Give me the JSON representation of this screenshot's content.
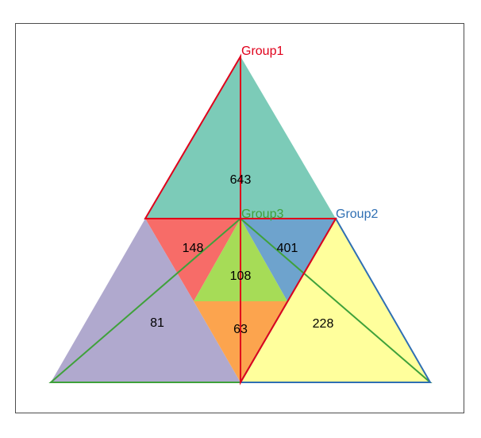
{
  "chart_data": {
    "type": "venn",
    "sets": [
      {
        "id": "g1",
        "name": "Group1",
        "color": "#e0001b"
      },
      {
        "id": "g2",
        "name": "Group2",
        "color": "#2f6fb3"
      },
      {
        "id": "g3",
        "name": "Group3",
        "color": "#3fa13b"
      }
    ],
    "regions": [
      {
        "id": "only-g1",
        "sets": [
          "Group1"
        ],
        "value": 643,
        "fill": "#7ccbb8"
      },
      {
        "id": "g1-g3",
        "sets": [
          "Group1",
          "Group3"
        ],
        "value": 148,
        "fill": "#f76c68"
      },
      {
        "id": "g1-g2",
        "sets": [
          "Group1",
          "Group2"
        ],
        "value": 401,
        "fill": "#6ea3cd"
      },
      {
        "id": "g1-g2-g3",
        "sets": [
          "Group1",
          "Group2",
          "Group3"
        ],
        "value": 108,
        "fill": "#a6dc57"
      },
      {
        "id": "only-g3",
        "sets": [
          "Group3"
        ],
        "value": 81,
        "fill": "#b0a9ce"
      },
      {
        "id": "g2-g3",
        "sets": [
          "Group2",
          "Group3"
        ],
        "value": 63,
        "fill": "#fca44e"
      },
      {
        "id": "only-g2",
        "sets": [
          "Group2"
        ],
        "value": 228,
        "fill": "#ffff9c"
      }
    ]
  }
}
